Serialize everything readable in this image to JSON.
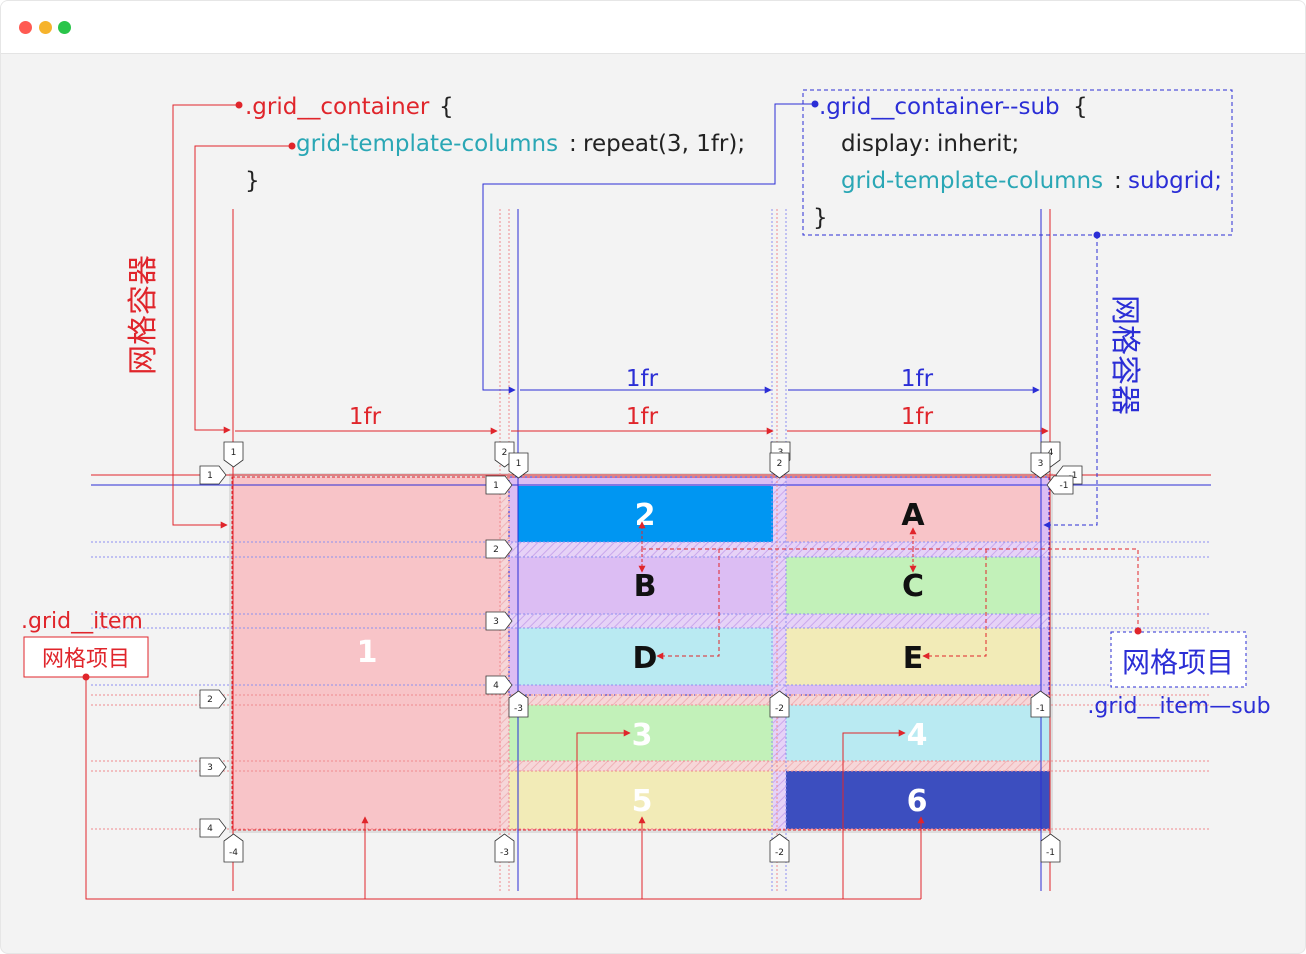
{
  "window": {
    "controls": [
      "close",
      "minimize",
      "maximize"
    ]
  },
  "code_parent": {
    "selector": ".grid__container",
    "open_brace": "{",
    "property": "grid-template-columns",
    "colon": ":",
    "value": "repeat(3, 1fr);",
    "close_brace": "}"
  },
  "code_sub": {
    "selector": ".grid__container--sub",
    "open_brace": "{",
    "prop1": "display",
    "value1": "inherit;",
    "prop2": "grid-template-columns",
    "value2": "subgrid;",
    "colon": ":",
    "close_brace": "}"
  },
  "labels": {
    "grid_container_cn": "网格容器",
    "grid_item_cn": "网格项目",
    "grid_item": ".grid__item",
    "grid_item_sub": ".grid__item—sub",
    "fr": "1fr"
  },
  "cells": {
    "c1": "1",
    "c2": "2",
    "c3": "3",
    "c4": "4",
    "c5": "5",
    "c6": "6",
    "A": "A",
    "B": "B",
    "C": "C",
    "D": "D",
    "E": "E"
  },
  "line_tags": {
    "parent_col": [
      "1",
      "2",
      "3",
      "4"
    ],
    "parent_col_neg": [
      "-4",
      "-3",
      "-2",
      "-1"
    ],
    "parent_row": [
      "1",
      "2",
      "3",
      "4"
    ],
    "sub_col": [
      "1",
      "2",
      "3"
    ],
    "sub_col_neg": [
      "-3",
      "-2",
      "-1"
    ],
    "sub_row": [
      "1",
      "2",
      "3",
      "4"
    ],
    "sub_row_neg": "-1"
  },
  "colors": {
    "parent": "#e0252b",
    "sub": "#2b2ed6",
    "property": "#2aa7b5",
    "cell_1": "#f8c4c8",
    "cell_2": "#0096f2",
    "cell_purple": "#dcbdf3",
    "cell_green": "#c2f1b9",
    "cell_cyan": "#b9eaf2",
    "cell_yellow": "#f2ebb7",
    "cell_6": "#3c4ebf"
  }
}
